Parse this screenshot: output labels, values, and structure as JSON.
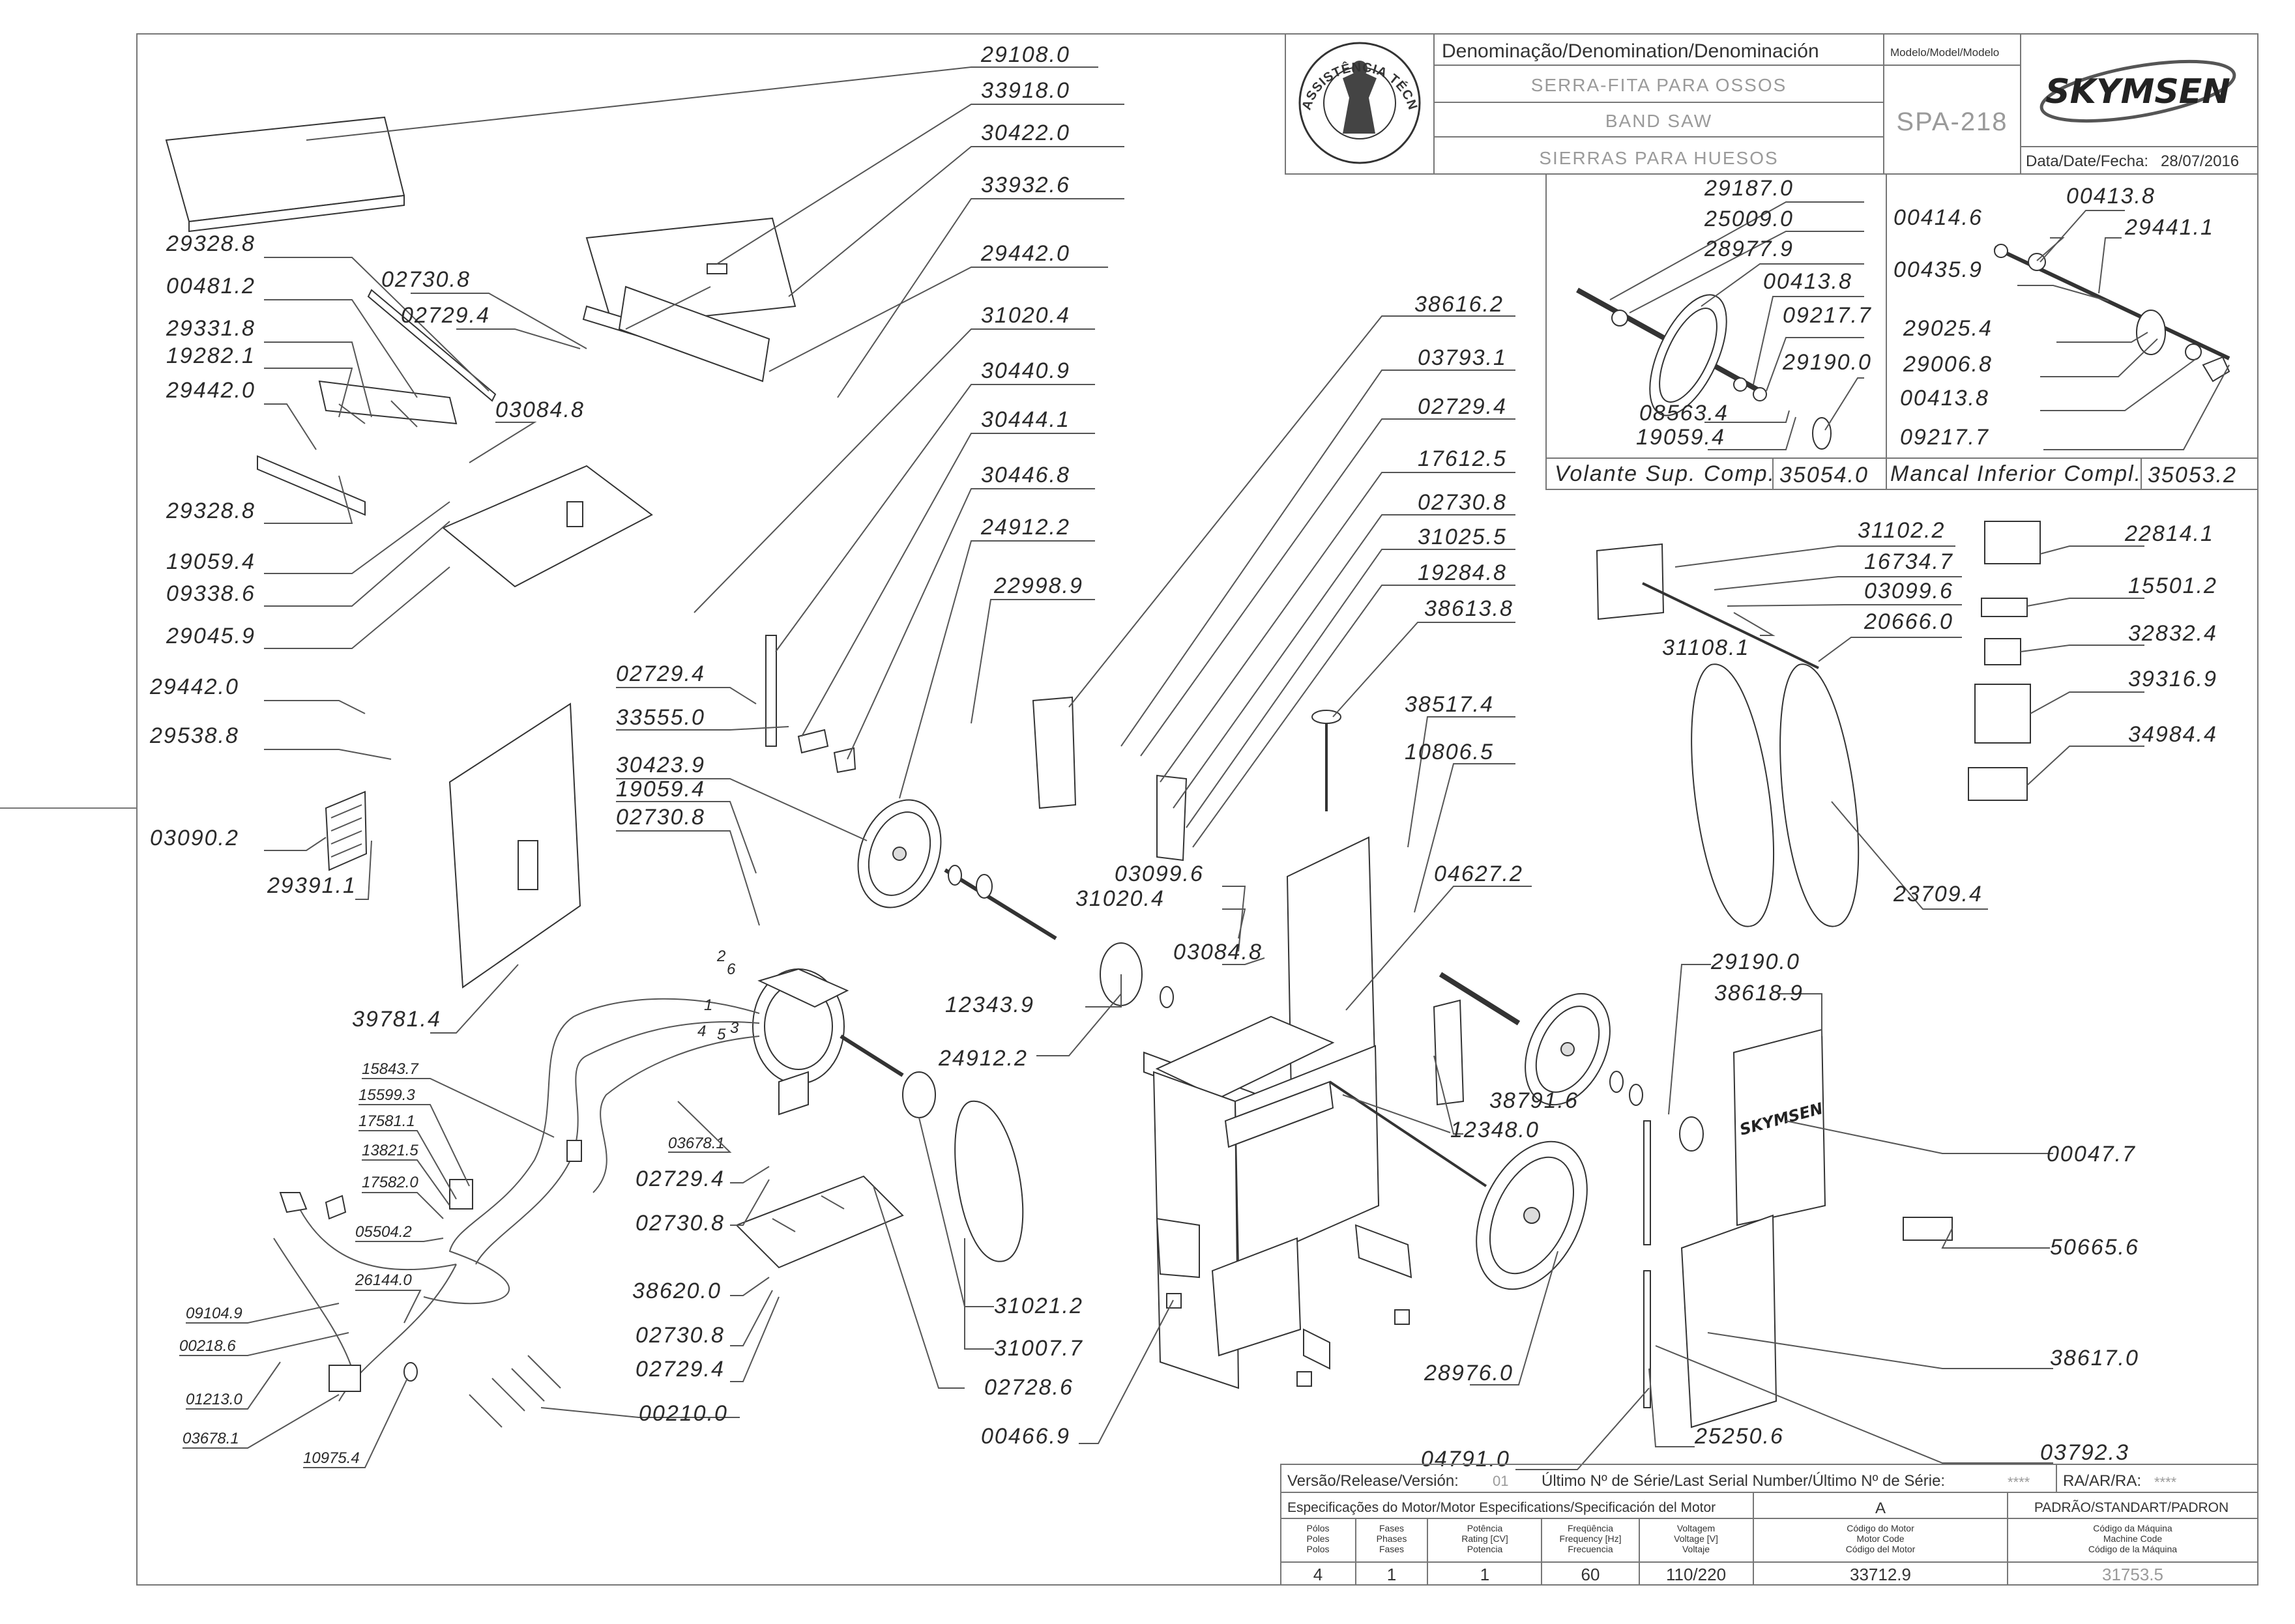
{
  "title_block": {
    "denomination_header": "Denominação/Denomination/Denominación",
    "model_header": "Modelo/Model/Modelo",
    "name_pt": "SERRA-FITA PARA OSSOS",
    "name_en": "BAND SAW",
    "name_es": "SIERRAS PARA HUESOS",
    "model": "SPA-218",
    "brand": "SKYMSEN",
    "date_label": "Data/Date/Fecha:",
    "date": "28/07/2016",
    "seal_text": "ASSISTÊNCIA TÉCNICA AUTORIZADA"
  },
  "inset_boxes": {
    "upper_flywheel_label": "Volante  Sup.  Comp.",
    "upper_flywheel_code": "35054.0",
    "lower_bearing_label": "Mancal  Inferior  Compl.",
    "lower_bearing_code": "35053.2"
  },
  "footer": {
    "version_label": "Versão/Release/Versión:",
    "version": "01",
    "serial_label": "Último Nº de Série/Last Serial Number/Último Nº de Série:",
    "serial": "****",
    "ra_label": "RA/AR/RA:",
    "ra": "****",
    "motor_spec_label": "Especificações do Motor/Motor Especifications/Specificación del Motor",
    "col_a": "A",
    "standard_label": "PADRÃO/STANDART/PADRON",
    "headers": {
      "poles": [
        "Pólos",
        "Poles",
        "Polos"
      ],
      "phases": [
        "Fases",
        "Phases",
        "Fases"
      ],
      "power": [
        "Potência",
        "Rating [CV]",
        "Potencia"
      ],
      "frequency": [
        "Freqüência",
        "Frequency [Hz]",
        "Frecuencia"
      ],
      "voltage": [
        "Voltagem",
        "Voltage [V]",
        "Voltaje"
      ],
      "motor_code": [
        "Código do Motor",
        "Motor Code",
        "Código del Motor"
      ],
      "machine_code": [
        "Código da Máquina",
        "Machine Code",
        "Código de la Máquina"
      ]
    },
    "values": {
      "poles": "4",
      "phases": "1",
      "power": "1",
      "frequency": "60",
      "voltage": "110/220",
      "motor_code": "33712.9",
      "machine_code": "31753.5"
    }
  },
  "part_numbers": [
    "29108.0",
    "33918.0",
    "30422.0",
    "33932.6",
    "29442.0",
    "31020.4",
    "30440.9",
    "30444.1",
    "30446.8",
    "24912.2",
    "22998.9",
    "29328.8",
    "00481.2",
    "29331.8",
    "19282.1",
    "29442.0",
    "29328.8",
    "02730.8",
    "02729.4",
    "03084.8",
    "19059.4",
    "09338.6",
    "29045.9",
    "29442.0",
    "29538.8",
    "03090.2",
    "29391.1",
    "39781.4",
    "02729.4",
    "33555.0",
    "30423.9",
    "19059.4",
    "02730.8",
    "38616.2",
    "03793.1",
    "02729.4",
    "17612.5",
    "02730.8",
    "31025.5",
    "19284.8",
    "38613.8",
    "38517.4",
    "10806.5",
    "04627.2",
    "03099.6",
    "31020.4",
    "03084.8",
    "12343.9",
    "24912.2",
    "38791.6",
    "12348.0",
    "29190.0",
    "38618.9",
    "00047.7",
    "50665.6",
    "38617.0",
    "03792.3",
    "25250.6",
    "04791.0",
    "28976.0",
    "00466.9",
    "02729.4",
    "02730.8",
    "38620.0",
    "02730.8",
    "02729.4",
    "31021.2",
    "31007.7",
    "02728.6",
    "00210.0",
    "29187.0",
    "25009.0",
    "28977.9",
    "00413.8",
    "09217.7",
    "29190.0",
    "08563.4",
    "19059.4",
    "00414.6",
    "00413.8",
    "29441.1",
    "00435.9",
    "29025.4",
    "29006.8",
    "00413.8",
    "09217.7",
    "31102.2",
    "16734.7",
    "03099.6",
    "20666.0",
    "31108.1",
    "23709.4",
    "22814.1",
    "15501.2",
    "32832.4",
    "39316.9",
    "34984.4"
  ],
  "electrical_labels": [
    "15843.7",
    "15599.3",
    "17581.1",
    "13821.5",
    "17582.0",
    "05504.2",
    "26144.0",
    "09104.9",
    "00218.6",
    "01213.0",
    "03678.1",
    "10975.4",
    "03678.1"
  ],
  "wire_numbers": [
    "2",
    "6",
    "1",
    "4",
    "5",
    "3"
  ]
}
